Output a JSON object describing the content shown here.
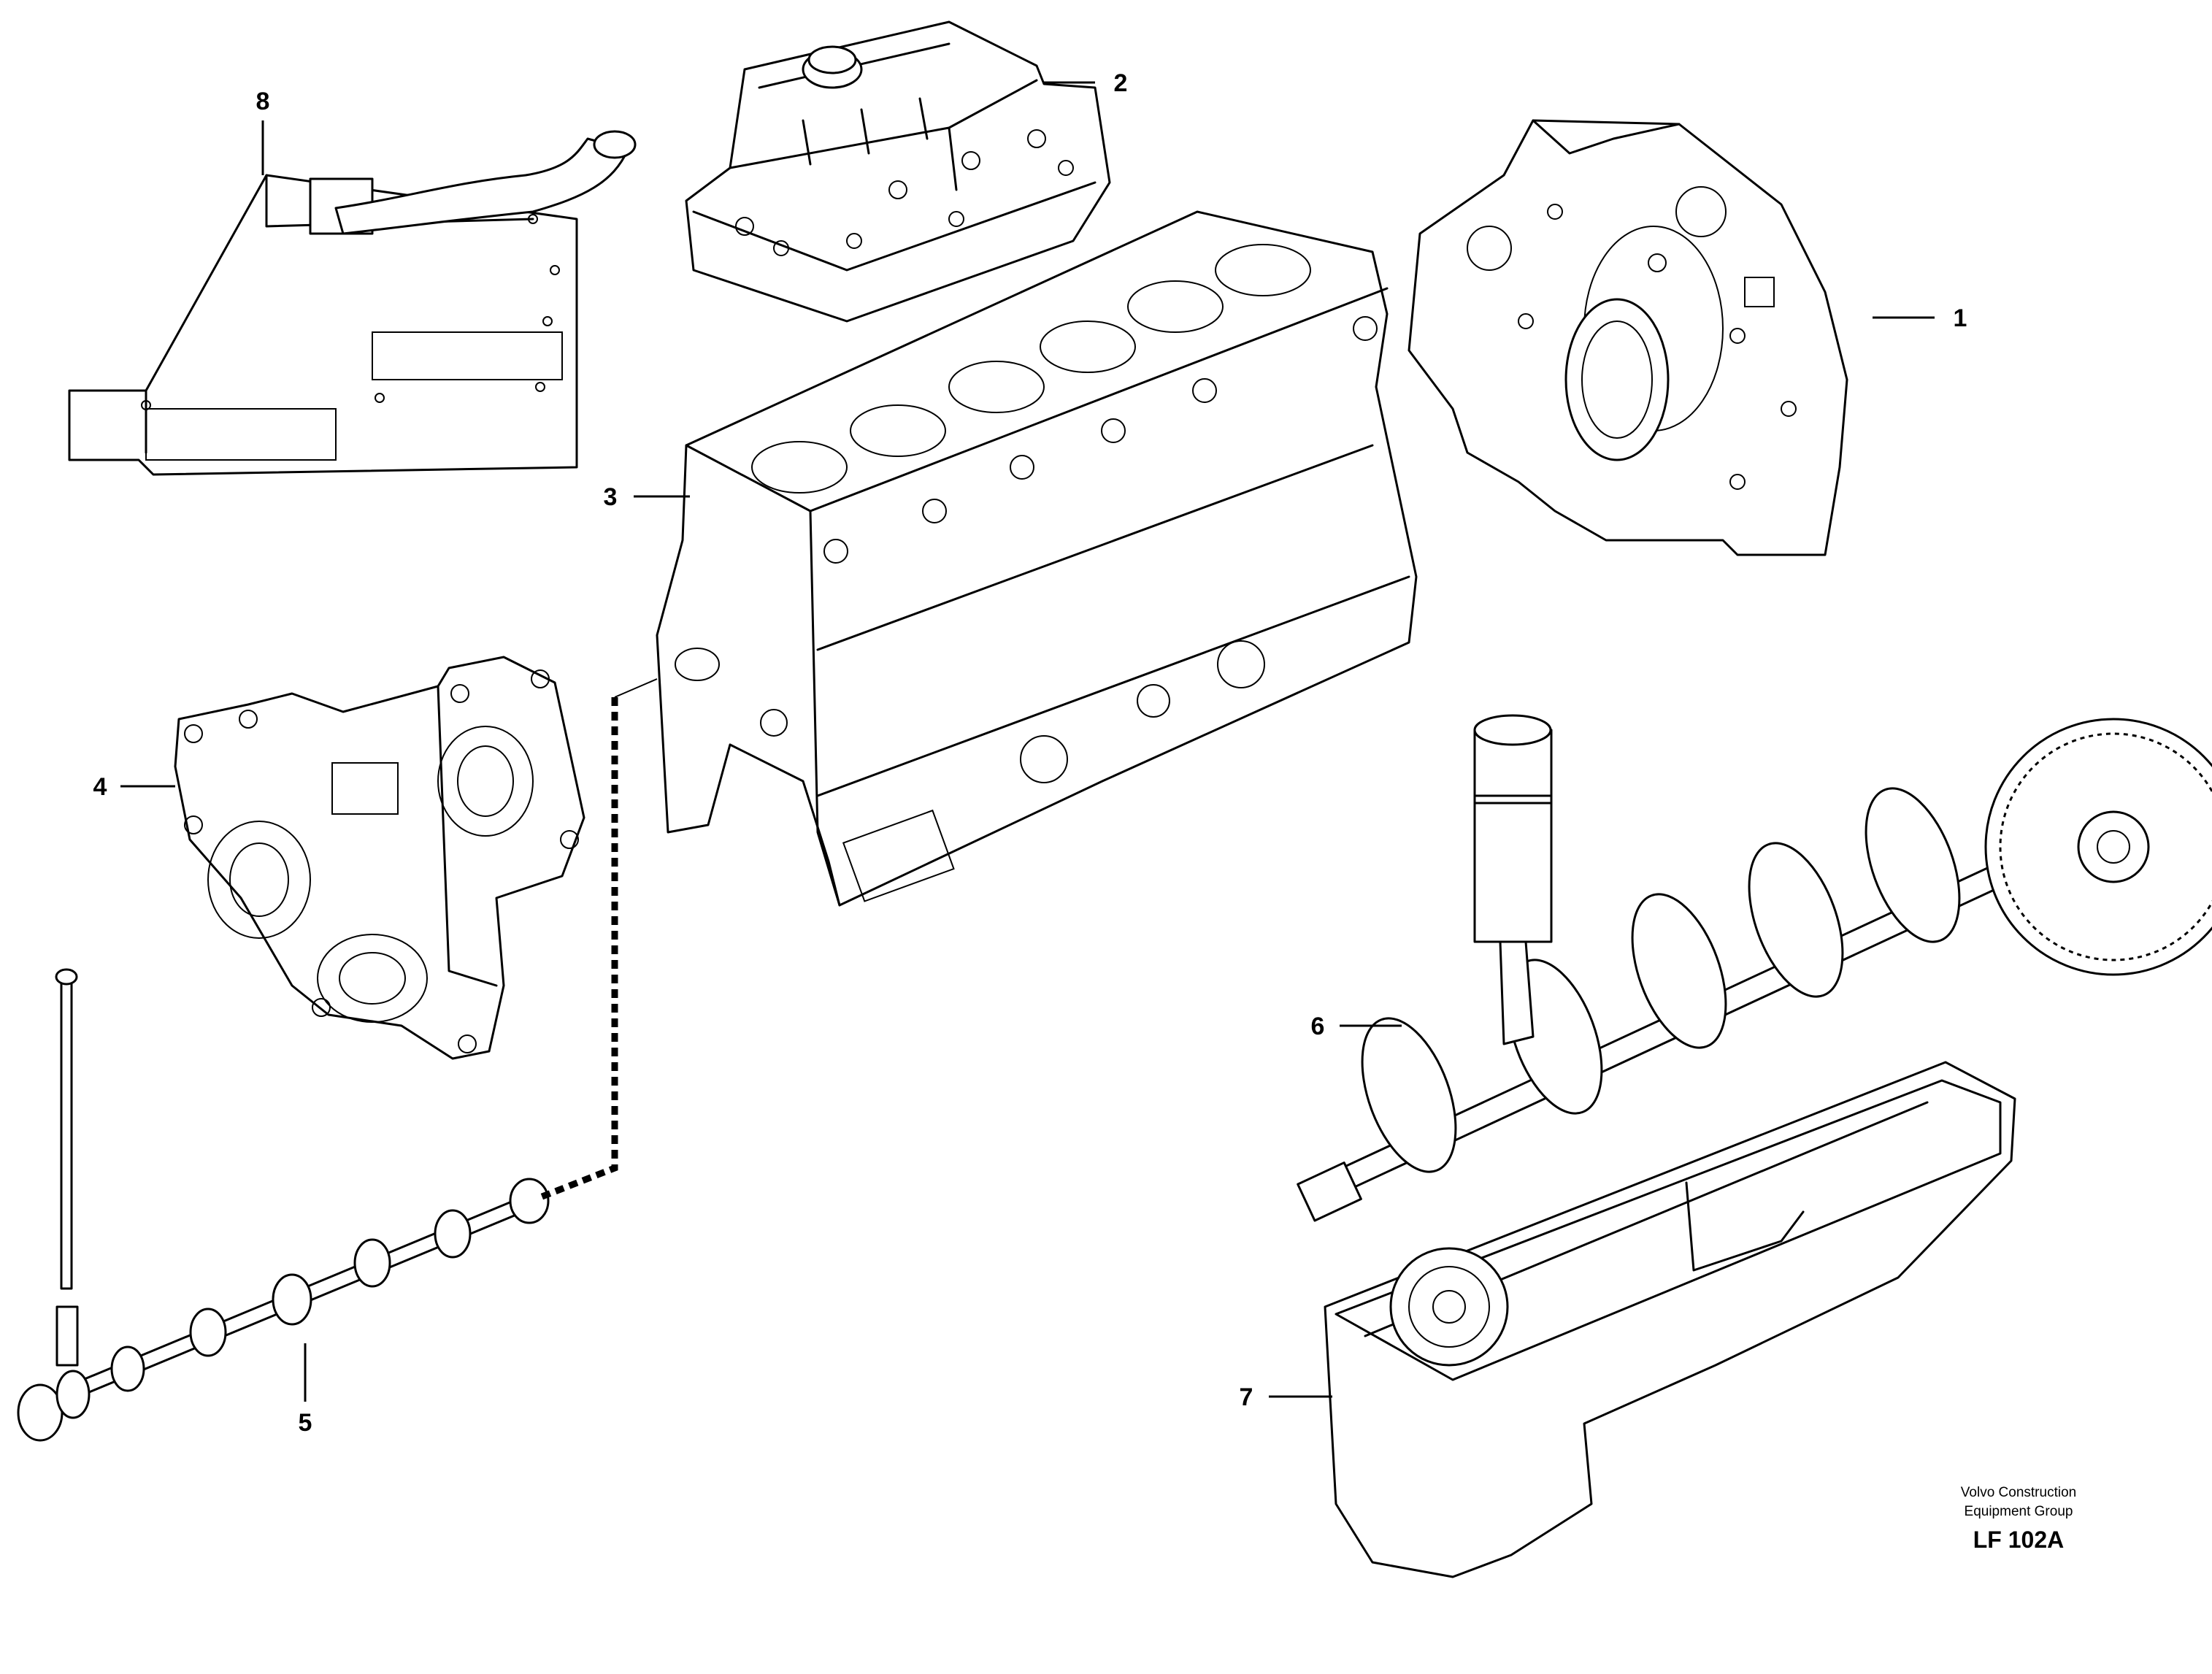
{
  "callouts": [
    {
      "id": "flywheel-housing",
      "label": "1"
    },
    {
      "id": "cylinder-head",
      "label": "2"
    },
    {
      "id": "cylinder-block",
      "label": "3"
    },
    {
      "id": "timing-gear-cover",
      "label": "4"
    },
    {
      "id": "camshaft",
      "label": "5"
    },
    {
      "id": "crankshaft",
      "label": "6"
    },
    {
      "id": "oil-sump",
      "label": "7"
    },
    {
      "id": "intake-manifold",
      "label": "8"
    }
  ],
  "footer": {
    "publisher_line1": "Volvo Construction",
    "publisher_line2": "Equipment Group",
    "figure_code": "LF 102A"
  }
}
